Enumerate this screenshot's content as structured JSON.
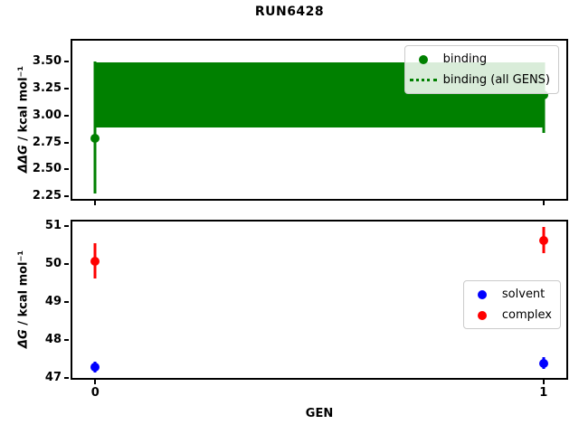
{
  "figure": {
    "title": "RUN6428",
    "background": "#ffffff",
    "colors": {
      "binding": "#008000",
      "solvent": "#0000ff",
      "complex": "#ff0000",
      "axis": "#000000",
      "legend_border": "#cbcbcb"
    }
  },
  "chart_data": [
    {
      "type": "scatter",
      "name": "binding-panel",
      "title": "",
      "ylabel": "ΔΔG / kcal mol⁻¹",
      "ylabel_math": "ΔΔG",
      "ylabel_units": " / kcal mol⁻¹",
      "xlabel": "",
      "xlim": [
        -0.055,
        1.055
      ],
      "ylim": [
        2.21,
        3.71
      ],
      "yticks": [
        "2.25",
        "2.50",
        "2.75",
        "3.00",
        "3.25",
        "3.50"
      ],
      "xticks": [
        "0",
        "1"
      ],
      "show_xtick_labels": false,
      "grid": false,
      "series": [
        {
          "name": "binding",
          "color": "#008000",
          "marker": "circle",
          "points": [
            {
              "x": 0,
              "y": 2.79,
              "err_low": 2.28,
              "err_high": 3.5
            },
            {
              "x": 1,
              "y": 3.19,
              "err_low": 2.84,
              "err_high": 3.49
            }
          ]
        },
        {
          "name": "binding (all GENS)",
          "color": "#008000",
          "style": "dotted",
          "value": 3.19,
          "band": {
            "x0": 0,
            "x1": 1,
            "low": 2.89,
            "high": 3.49
          }
        }
      ],
      "legend": {
        "position": "upper right",
        "entries": [
          "binding",
          "binding (all GENS)"
        ]
      }
    },
    {
      "type": "scatter",
      "name": "dg-panel",
      "title": "",
      "ylabel": "ΔG / kcal mol⁻¹",
      "ylabel_math": "ΔG",
      "ylabel_units": " / kcal mol⁻¹",
      "xlabel": "GEN",
      "xlim": [
        -0.055,
        1.055
      ],
      "ylim": [
        46.95,
        51.17
      ],
      "yticks": [
        "47",
        "48",
        "49",
        "50",
        "51"
      ],
      "xticks": [
        "0",
        "1"
      ],
      "show_xtick_labels": true,
      "grid": false,
      "series": [
        {
          "name": "solvent",
          "color": "#0000ff",
          "marker": "circle",
          "points": [
            {
              "x": 0,
              "y": 47.28,
              "err_low": 47.13,
              "err_high": 47.43
            },
            {
              "x": 1,
              "y": 47.38,
              "err_low": 47.24,
              "err_high": 47.55
            }
          ]
        },
        {
          "name": "complex",
          "color": "#ff0000",
          "marker": "circle",
          "points": [
            {
              "x": 0,
              "y": 50.08,
              "err_low": 49.62,
              "err_high": 50.55
            },
            {
              "x": 1,
              "y": 50.62,
              "err_low": 50.28,
              "err_high": 50.97
            }
          ]
        }
      ],
      "legend": {
        "position": "center right",
        "entries": [
          "solvent",
          "complex"
        ]
      }
    }
  ]
}
